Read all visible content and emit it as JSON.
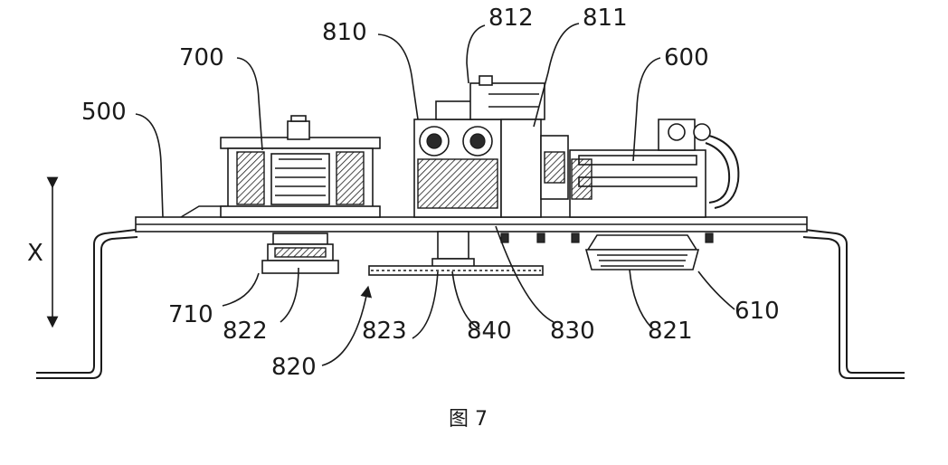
{
  "figure": {
    "caption": "图 7",
    "axis_label": "X"
  },
  "labels": [
    {
      "id": "810",
      "text": "810"
    },
    {
      "id": "812",
      "text": "812"
    },
    {
      "id": "811",
      "text": "811"
    },
    {
      "id": "700",
      "text": "700"
    },
    {
      "id": "600",
      "text": "600"
    },
    {
      "id": "500",
      "text": "500"
    },
    {
      "id": "710",
      "text": "710"
    },
    {
      "id": "822",
      "text": "822"
    },
    {
      "id": "823",
      "text": "823"
    },
    {
      "id": "840",
      "text": "840"
    },
    {
      "id": "830",
      "text": "830"
    },
    {
      "id": "821",
      "text": "821"
    },
    {
      "id": "610",
      "text": "610"
    },
    {
      "id": "820",
      "text": "820"
    }
  ]
}
